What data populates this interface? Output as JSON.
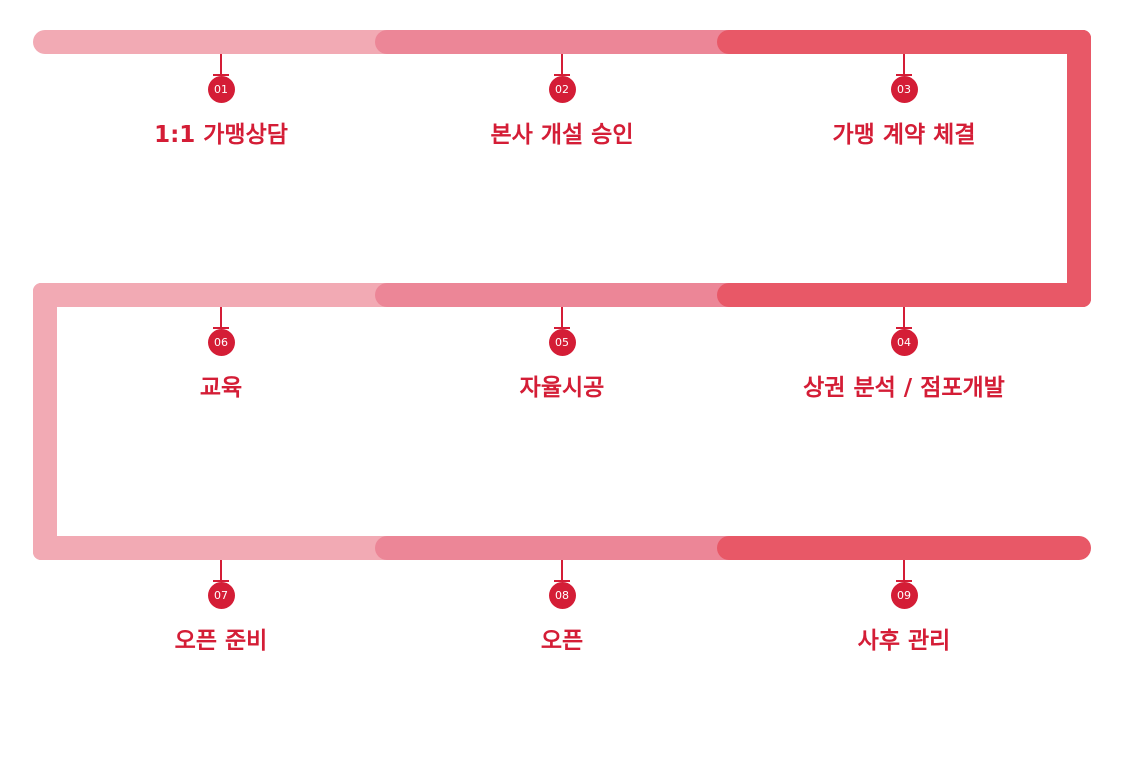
{
  "colors": {
    "accent": "#d41d36",
    "track_light": "#f2aab4",
    "track_mid": "#ec8697",
    "track_dark": "#e85867"
  },
  "steps": [
    {
      "num": "01",
      "label": "1:1 가맹상담"
    },
    {
      "num": "02",
      "label": "본사 개설 승인"
    },
    {
      "num": "03",
      "label": "가맹 계약 체결"
    },
    {
      "num": "04",
      "label": "상권 분석 / 점포개발"
    },
    {
      "num": "05",
      "label": "자율시공"
    },
    {
      "num": "06",
      "label": "교육"
    },
    {
      "num": "07",
      "label": "오픈 준비"
    },
    {
      "num": "08",
      "label": "오픈"
    },
    {
      "num": "09",
      "label": "사후 관리"
    }
  ]
}
